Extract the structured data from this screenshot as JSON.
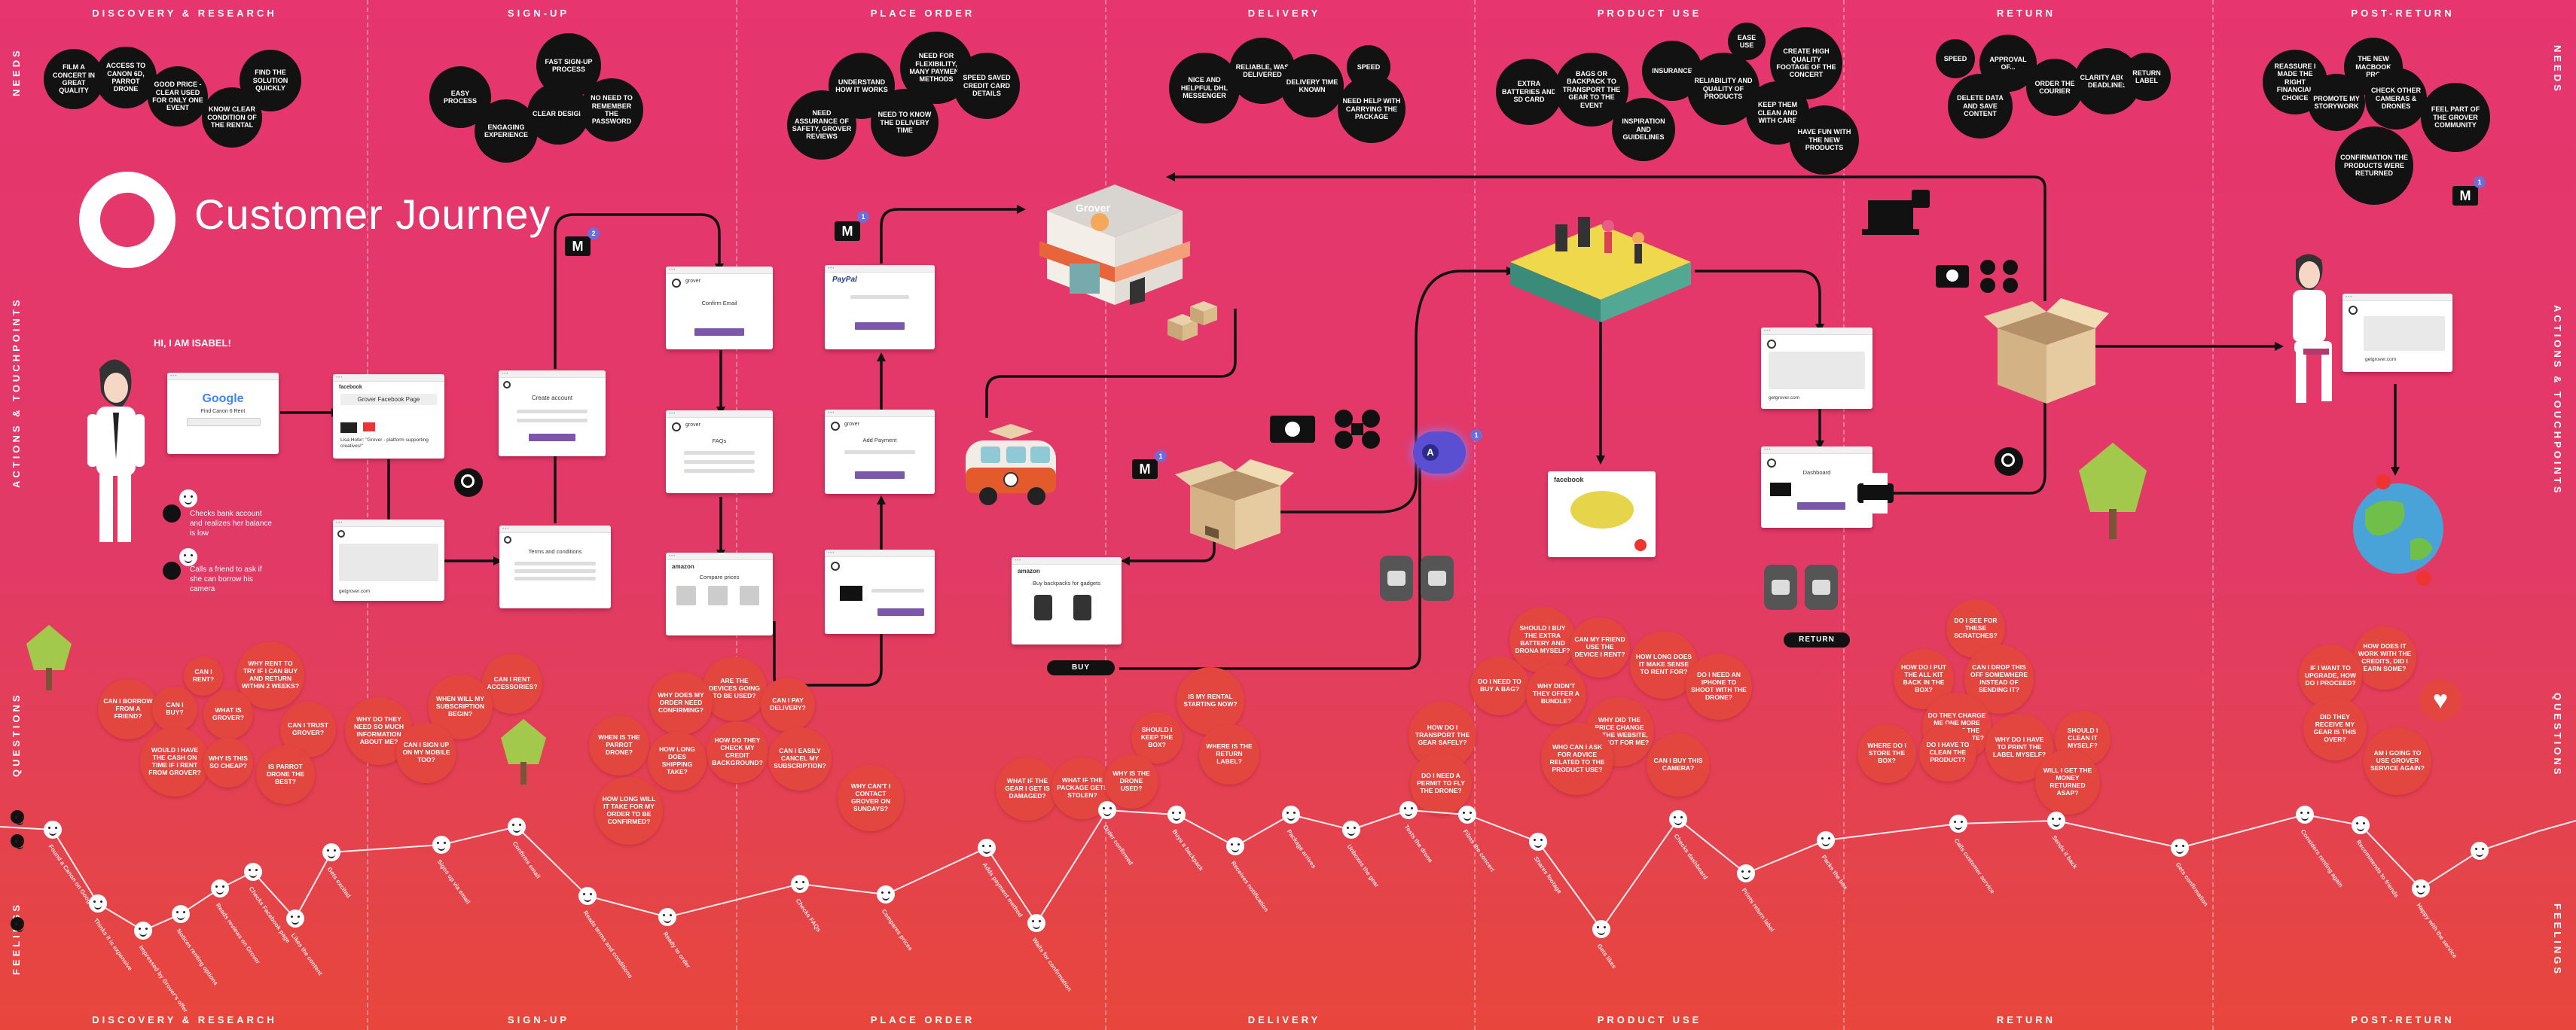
{
  "title": "Customer Journey",
  "greeting": "HI, I AM ISABEL!",
  "persona_notes": [
    "Checks bank account and realizes her balance is low",
    "Calls a friend to ask if she can borrow his camera"
  ],
  "row_labels": {
    "needs": "NEEDS",
    "actions": "ACTIONS & TOUCHPOINTS",
    "questions": "QUESTIONS",
    "feelings": "FEELINGS"
  },
  "phases": [
    "DISCOVERY & RESEARCH",
    "SIGN-UP",
    "PLACE ORDER",
    "DELIVERY",
    "PRODUCT USE",
    "RETURN",
    "POST-RETURN"
  ],
  "needs": [
    {
      "text": "FILM A CONCERT IN GREAT QUALITY"
    },
    {
      "text": "ACCESS TO CANON 6D, PARROT DRONE"
    },
    {
      "text": "GOOD PRICE - CLEAR USED FOR ONLY ONE EVENT"
    },
    {
      "text": "FIND THE SOLUTION QUICKLY"
    },
    {
      "text": "KNOW CLEAR CONDITION OF THE RENTAL"
    },
    {
      "text": "EASY PROCESS"
    },
    {
      "text": "FAST SIGN-UP PROCESS"
    },
    {
      "text": "ENGAGING EXPERIENCE"
    },
    {
      "text": "CLEAR DESIGN"
    },
    {
      "text": "NO NEED TO REMEMBER THE PASSWORD"
    },
    {
      "text": "NEED FOR FLEXIBILITY, MANY PAYMENT METHODS"
    },
    {
      "text": "UNDERSTAND HOW IT WORKS"
    },
    {
      "text": "SPEED SAVED CREDIT CARD DETAILS"
    },
    {
      "text": "NEED ASSURANCE OF SAFETY, GROVER REVIEWS"
    },
    {
      "text": "NEED TO KNOW THE DELIVERY TIME"
    },
    {
      "text": "RELIABLE, WAS DELIVERED"
    },
    {
      "text": "SPEED"
    },
    {
      "text": "NICE AND HELPFUL DHL MESSENGER"
    },
    {
      "text": "DELIVERY TIME KNOWN"
    },
    {
      "text": "NEED HELP WITH CARRYING THE PACKAGE"
    },
    {
      "text": "EASE USE"
    },
    {
      "text": "CREATE HIGH QUALITY FOOTAGE OF THE CONCERT"
    },
    {
      "text": "EXTRA BATTERIES AND SD CARD"
    },
    {
      "text": "BAGS OR BACKPACK TO TRANSPORT THE GEAR TO THE EVENT"
    },
    {
      "text": "INSURANCE"
    },
    {
      "text": "RELIABILITY AND QUALITY OF PRODUCTS"
    },
    {
      "text": "INSPIRATION AND GUIDELINES"
    },
    {
      "text": "KEEP THEM CLEAN AND WITH CARE"
    },
    {
      "text": "HAVE FUN WITH THE NEW PRODUCTS"
    },
    {
      "text": "SPEED"
    },
    {
      "text": "APPROVAL OF..."
    },
    {
      "text": "DELETE DATA AND SAVE CONTENT"
    },
    {
      "text": "ORDER THE COURIER"
    },
    {
      "text": "CLARITY ABOUT DEADLINES"
    },
    {
      "text": "RETURN LABEL"
    },
    {
      "text": "THE NEW MACBOOK PRO"
    },
    {
      "text": "REASSURE I MADE THE RIGHT FINANCIAL CHOICE"
    },
    {
      "text": "PROMOTE MY STORYWORK"
    },
    {
      "text": "CHECK OTHER CAMERAS & DRONES"
    },
    {
      "text": "FEEL PART OF THE GROVER COMMUNITY"
    },
    {
      "text": "CONFIRMATION THE PRODUCTS WERE RETURNED"
    }
  ],
  "questions": [
    {
      "text": "WHY RENT TO TRY IF I CAN BUY AND RETURN WITHIN 2 WEEKS?"
    },
    {
      "text": "CAN I RENT?"
    },
    {
      "text": "CAN I BORROW FROM A FRIEND?"
    },
    {
      "text": "CAN I BUY?"
    },
    {
      "text": "WHAT IS GROVER?"
    },
    {
      "text": "CAN I TRUST GROVER?"
    },
    {
      "text": "WOULD I HAVE THE CASH ON TIME IF I RENT FROM GROVER?"
    },
    {
      "text": "WHY IS THIS SO CHEAP?"
    },
    {
      "text": "IS PARROT DRONE THE BEST?"
    },
    {
      "text": "CAN I RENT ACCESSORIES?"
    },
    {
      "text": "WHEN WILL MY SUBSCRIPTION BEGIN?"
    },
    {
      "text": "WHY DO THEY NEED SO MUCH INFORMATION ABOUT ME?"
    },
    {
      "text": "CAN I SIGN UP ON MY MOBILE TOO?"
    },
    {
      "text": "ARE THE DEVICES GOING TO BE USED?"
    },
    {
      "text": "WHY DOES MY ORDER NEED CONFIRMING?"
    },
    {
      "text": "WHEN IS THE PARROT DRONE?"
    },
    {
      "text": "HOW DO THEY CHECK MY CREDIT BACKGROUND?"
    },
    {
      "text": "CAN I PAY DELIVERY?"
    },
    {
      "text": "HOW LONG DOES SHIPPING TAKE?"
    },
    {
      "text": "CAN I EASILY CANCEL MY SUBSCRIPTION?"
    },
    {
      "text": "HOW LONG WILL IT TAKE FOR MY ORDER TO BE CONFIRMED?"
    },
    {
      "text": "WHY CAN'T I CONTACT GROVER ON SUNDAYS?"
    },
    {
      "text": "IS MY RENTAL STARTING NOW?"
    },
    {
      "text": "SHOULD I KEEP THE BOX?"
    },
    {
      "text": "WHERE IS THE RETURN LABEL?"
    },
    {
      "text": "WHAT IF THE GEAR I GET IS DAMAGED?"
    },
    {
      "text": "WHAT IF THE PACKAGE GETS STOLEN?"
    },
    {
      "text": "WHY IS THE DRONE USED?"
    },
    {
      "text": "SHOULD I BUY THE EXTRA BATTERY AND DRONA MYSELF?"
    },
    {
      "text": "CAN MY FRIEND USE THE DEVICE I RENT?"
    },
    {
      "text": "DO I NEED TO BUY A BAG?"
    },
    {
      "text": "WHY DIDN'T THEY OFFER A BUNDLE?"
    },
    {
      "text": "HOW LONG DOES IT MAKE SENSE TO RENT FOR?"
    },
    {
      "text": "DO I NEED AN IPHONE TO SHOOT WITH THE DRONE?"
    },
    {
      "text": "HOW DO I TRANSPORT THE GEAR SAFELY?"
    },
    {
      "text": "WHY DID THE PRICE CHANGE ON THE WEBSITE, BUT NOT FOR ME?"
    },
    {
      "text": "DO I NEED A PERMIT TO FLY THE DRONE?"
    },
    {
      "text": "WHO CAN I ASK FOR ADVICE RELATED TO THE PRODUCT USE?"
    },
    {
      "text": "CAN I BUY THIS CAMERA?"
    },
    {
      "text": "DO I SEE FOR THESE SCRATCHES?"
    },
    {
      "text": "CAN I DROP THIS OFF SOMEWHERE INSTEAD OF SENDING IT?"
    },
    {
      "text": "HOW DO I PUT THE ALL KIT BACK IN THE BOX?"
    },
    {
      "text": "DO THEY CHARGE ME ONE MORE MONTH IF THE DHL GETS LATE?"
    },
    {
      "text": "WHERE DO I STORE THE BOX?"
    },
    {
      "text": "DO I HAVE TO CLEAN THE PRODUCT?"
    },
    {
      "text": "WHY DO I HAVE TO PRINT THE LABEL MYSELF?"
    },
    {
      "text": "SHOULD I CLEAN IT MYSELF?"
    },
    {
      "text": "WILL I GET THE MONEY RETURNED ASAP?"
    },
    {
      "text": "HOW DOES IT WORK WITH THE CREDITS, DID I EARN SOME?"
    },
    {
      "text": "IF I WANT TO UPGRADE, HOW DO I PROCEED?"
    },
    {
      "text": "DID THEY RECEIVE MY GEAR IS THIS OVER?"
    },
    {
      "text": "AM I GOING TO USE GROVER SERVICE AGAIN?"
    }
  ],
  "touchpoints": {
    "google": "Find Canon 6 Rent",
    "facebook_page": "Grover Facebook Page",
    "facebook_caption": "Lisa Hofer: \"Grover - platform supporting creatives!\"",
    "create_account": "Create account",
    "terms": "Terms and conditions",
    "confirm_email": "Confirm Email",
    "faqs": "FAQs",
    "compare_prices": "Compare prices",
    "paypal": "PayPal",
    "add_payment": "Add Payment",
    "amazon_search": "Buy backpacks for gadgets",
    "dashboard": "Dashboard",
    "grover_url_1": "getgrover.com",
    "grover_url_2": "getgrover.com",
    "grover_url_3": "getgrover.com",
    "facebook_post": "facebook",
    "store_sign": "Grover",
    "buy_label": "BUY",
    "return_label": "RETURN"
  },
  "feelings": [
    "Found a Canon on Google",
    "Thinks it is expensive",
    "Impressed by Grover's offer",
    "Notices renting options",
    "Reads reviews on Grover",
    "Checks Facebook page",
    "Likes the content",
    "Gets excited",
    "Signs up via email",
    "Confirms email",
    "Reads terms and conditions",
    "Ready to order",
    "Checks FAQs",
    "Compares prices",
    "Adds payment method",
    "Waits for confirmation",
    "Order confirmed",
    "Buys a backpack",
    "Receives notification",
    "Package arrives",
    "Unboxes the gear",
    "Tests the drone",
    "Films the concert",
    "Shares footage",
    "Gets likes",
    "Checks dashboard",
    "Prints return label",
    "Packs the box",
    "Calls customer service",
    "Sends it back",
    "Gets confirmation",
    "Considers renting again",
    "Recommends to friends",
    "Happy with the service"
  ]
}
